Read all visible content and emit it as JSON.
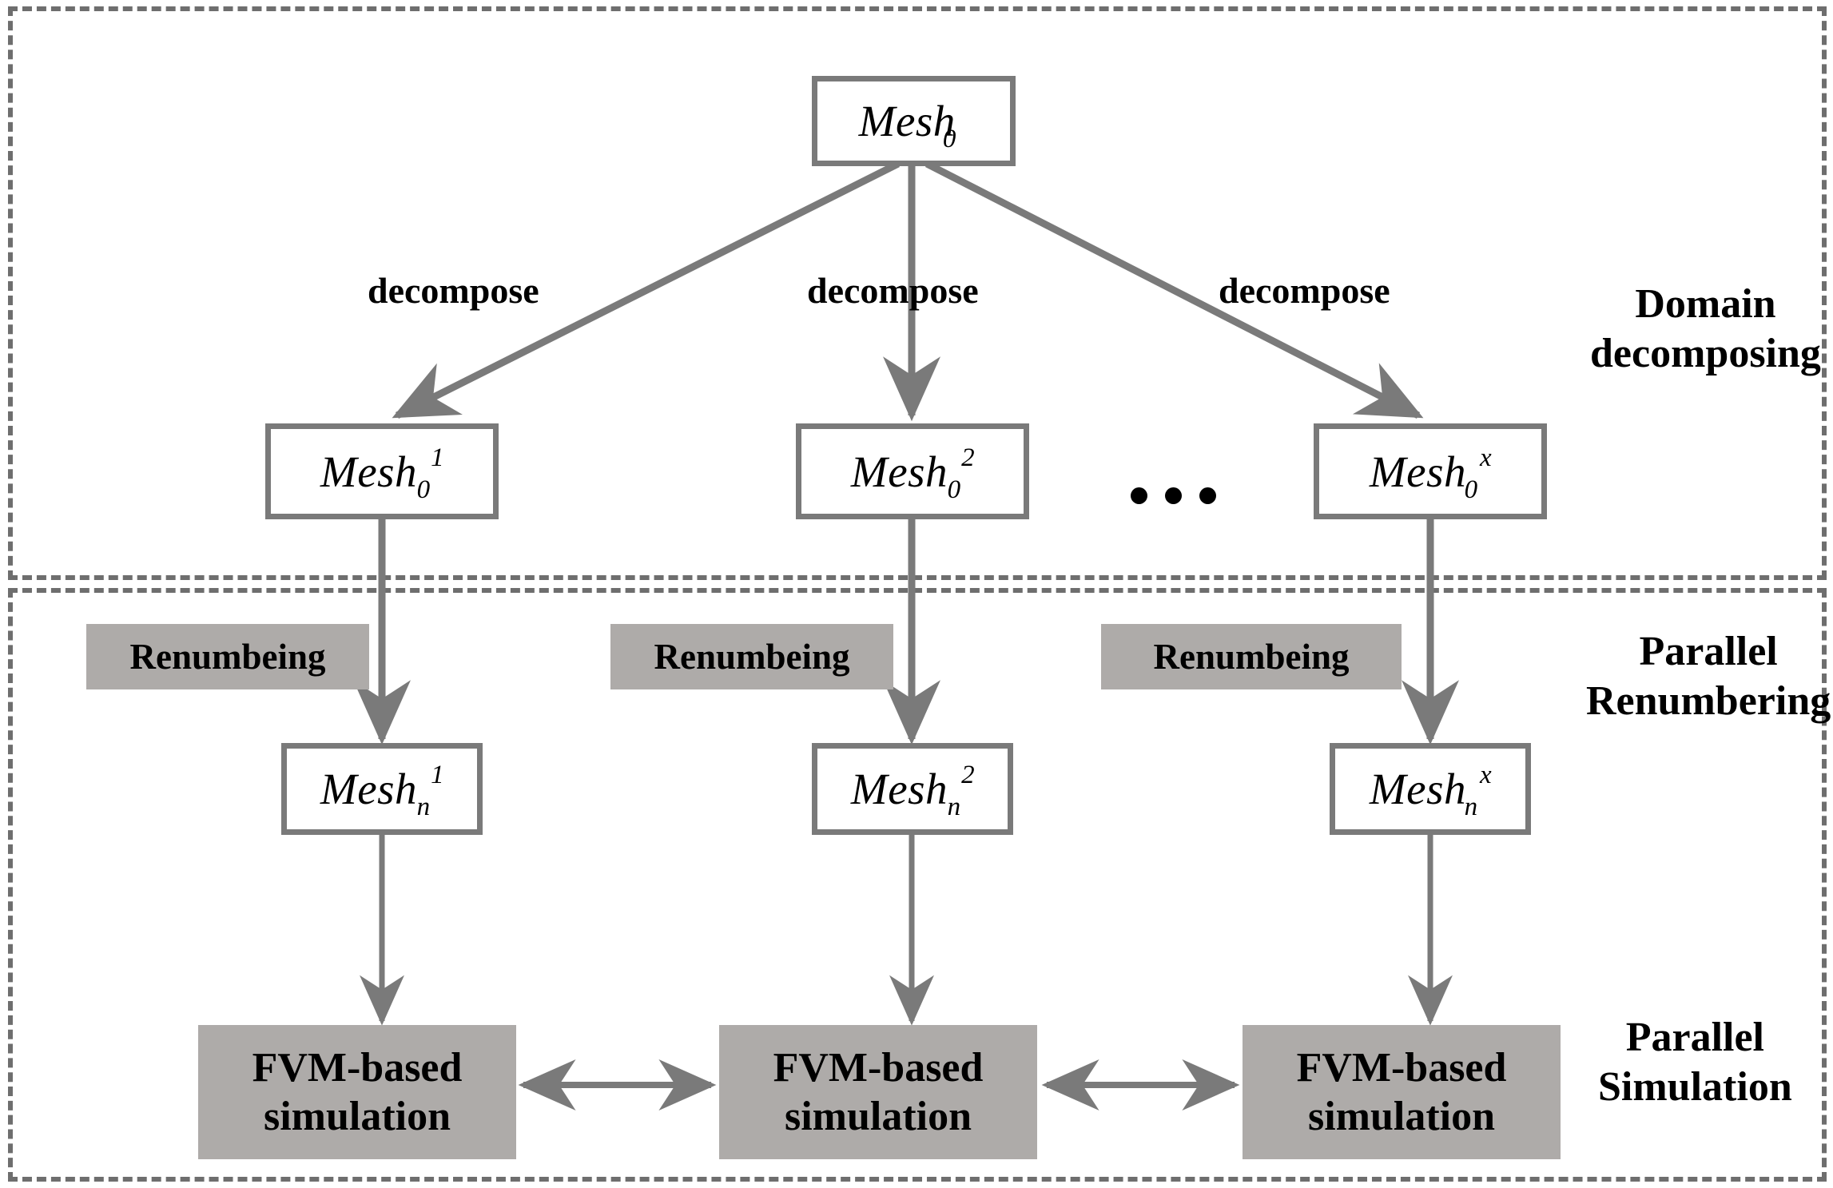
{
  "figure": {
    "type": "flowchart",
    "sections": [
      {
        "id": "domain-decomposing",
        "title_line1": "Domain",
        "title_line2": "decomposing"
      },
      {
        "id": "parallel-renumbering",
        "title_line1": "Parallel",
        "title_line2": "Renumbering"
      },
      {
        "id": "parallel-simulation",
        "title_line1": "Parallel",
        "title_line2": "Simulation"
      }
    ]
  },
  "root": {
    "base": "Mesh",
    "sub": "0",
    "sup": ""
  },
  "edge_labels": {
    "decompose_1": "decompose",
    "decompose_2": "decompose",
    "decompose_3": "decompose"
  },
  "decomposed_meshes": [
    {
      "base": "Mesh",
      "sub": "0",
      "sup": "1"
    },
    {
      "base": "Mesh",
      "sub": "0",
      "sup": "2"
    },
    {
      "base": "Mesh",
      "sub": "0",
      "sup": "x"
    }
  ],
  "ellipsis": "•••",
  "renumber_bands": [
    {
      "label": "Renumbeing"
    },
    {
      "label": "Renumbeing"
    },
    {
      "label": "Renumbeing"
    }
  ],
  "renumbered_meshes": [
    {
      "base": "Mesh",
      "sub": "n",
      "sup": "1"
    },
    {
      "base": "Mesh",
      "sub": "n",
      "sup": "2"
    },
    {
      "base": "Mesh",
      "sub": "n",
      "sup": "x"
    }
  ],
  "simulations": [
    {
      "line1": "FVM-based",
      "line2": "simulation"
    },
    {
      "line1": "FVM-based",
      "line2": "simulation"
    },
    {
      "line1": "FVM-based",
      "line2": "simulation"
    }
  ],
  "colors": {
    "box_border": "#7a7a7a",
    "gray_fill": "#aeaba9",
    "dashed_border": "#6e6e6e",
    "arrow": "#7a7a7a",
    "text": "#000000",
    "background": "#ffffff"
  }
}
